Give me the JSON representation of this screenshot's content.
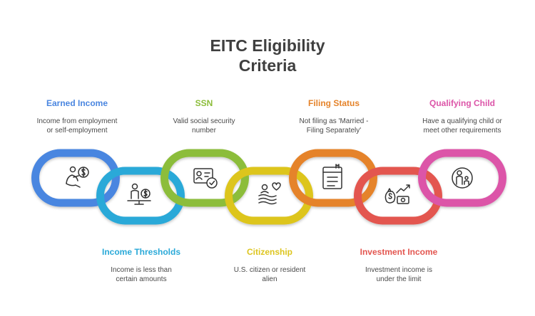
{
  "title_line1": "EITC Eligibility",
  "title_line2": "Criteria",
  "links": [
    {
      "heading": "Earned Income",
      "line1": "Income from employment",
      "line2": "or self-employment",
      "color": "#4a86e0",
      "icon": "person-money-icon"
    },
    {
      "heading": "Income Thresholds",
      "line1": "Income is less than",
      "line2": "certain amounts",
      "color": "#2aa9d8",
      "icon": "scale-icon"
    },
    {
      "heading": "SSN",
      "line1": "Valid social security",
      "line2": "number",
      "color": "#8cbd3a",
      "icon": "id-card-icon"
    },
    {
      "heading": "Citizenship",
      "line1": "U.S. citizen or resident",
      "line2": "alien",
      "color": "#ddc51f",
      "icon": "flag-heart-icon"
    },
    {
      "heading": "Filing Status",
      "line1": "Not filing as 'Married -",
      "line2": "Filing Separately'",
      "color": "#e5832a",
      "icon": "form-icon"
    },
    {
      "heading": "Investment Income",
      "line1": "Investment income is",
      "line2": "under the limit",
      "color": "#e35650",
      "icon": "money-growth-icon"
    },
    {
      "heading": "Qualifying Child",
      "line1": "Have a qualifying child or",
      "line2": "meet other requirements",
      "color": "#dc55a8",
      "icon": "parent-child-icon"
    }
  ]
}
